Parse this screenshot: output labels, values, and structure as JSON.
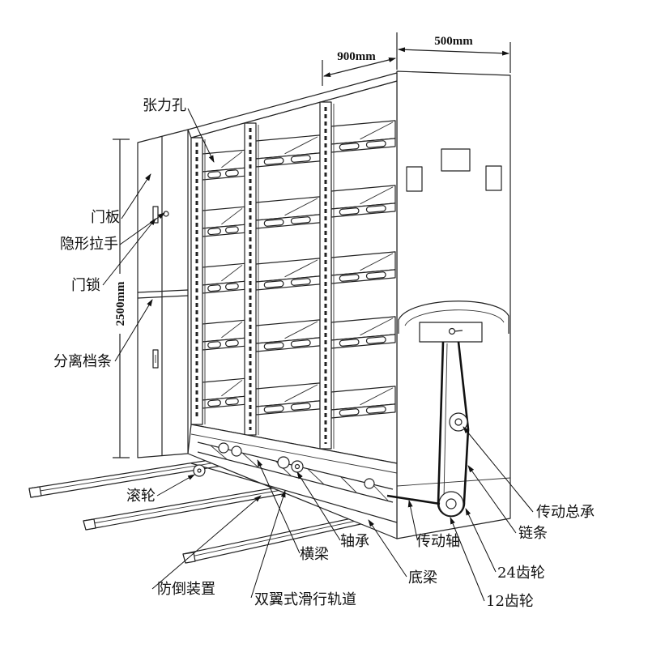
{
  "dimensions": {
    "depth": "900mm",
    "width": "500mm",
    "height": "2500mm"
  },
  "labels": {
    "tension_hole": "张力孔",
    "door_panel": "门板",
    "hidden_handle": "隐形拉手",
    "door_lock": "门锁",
    "separator_strip": "分离档条",
    "roller": "滚轮",
    "transmission_assembly": "传动总承",
    "chain": "链条",
    "bearing": "轴承",
    "drive_shaft": "传动轴",
    "crossbeam": "横梁",
    "gear_24": "24齿轮",
    "bottom_beam": "底梁",
    "anti_tip_device": "防倒装置",
    "sliding_rail": "双翼式滑行轨道",
    "gear_12": "12齿轮"
  }
}
